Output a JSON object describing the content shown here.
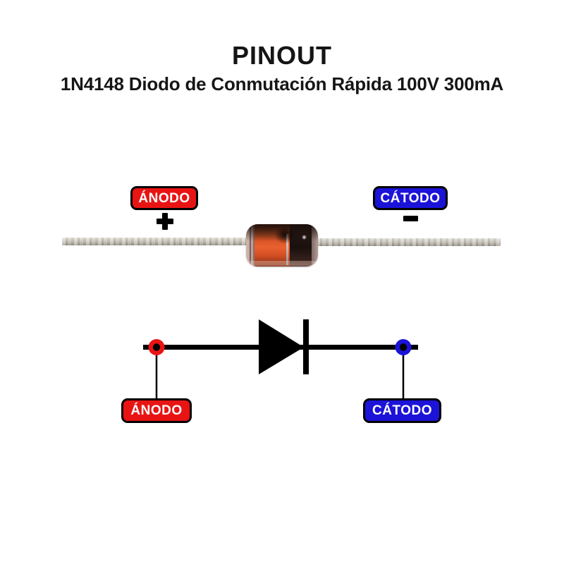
{
  "header": {
    "title": "PINOUT",
    "subtitle": "1N4148 Diodo de Conmutación Rápida 100V 300mA"
  },
  "photo_diagram": {
    "component": "glass-diode-photo-do35-orange-body-black-cathode-band",
    "anode": {
      "label": "ÁNODO",
      "polarity_icon": "plus"
    },
    "cathode": {
      "label": "CÁTODO",
      "polarity_icon": "minus"
    }
  },
  "schematic_diagram": {
    "symbol": "diode-symbol-triangle-with-cathode-bar",
    "anode": {
      "label": "ÁNODO",
      "terminal": "red-dot"
    },
    "cathode": {
      "label": "CÁTODO",
      "terminal": "blue-dot"
    }
  },
  "colors": {
    "background": "#ffffff",
    "anode_red": "#e81414",
    "cathode_blue": "#1c13d8",
    "line_black": "#000000",
    "label_text": "#ffffff",
    "title_text": "#151515"
  }
}
